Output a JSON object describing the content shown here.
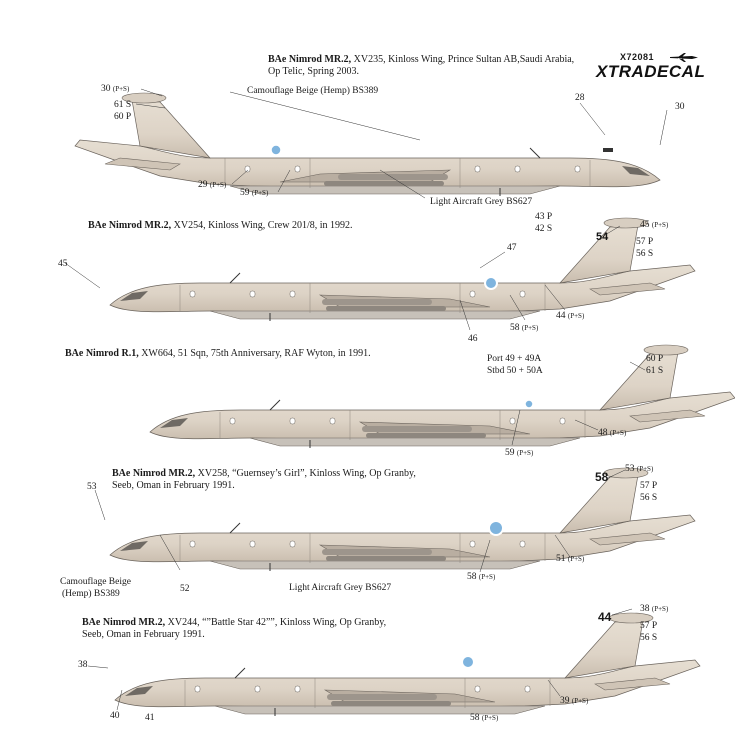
{
  "brand": {
    "code": "X72081",
    "name": "XTRADECAL"
  },
  "colors": {
    "fuselage": "#ddd3c6",
    "shade": "#c8bcad",
    "panel": "#8d857c",
    "roundel": "#7fb4de",
    "ink": "#1a1a1a"
  },
  "profiles": [
    {
      "caption_bold": "BAe Nimrod MR.2,",
      "caption_rest": "XV235, Kinloss Wing, Prince Sultan AB,Saudi Arabia,",
      "caption_line2": "Op Telic, Spring 2003.",
      "paint_top": "Camouflage Beige (Hemp) BS389",
      "paint_bottom": "Light Aircraft Grey BS627",
      "labels": [
        "30",
        "61 S",
        "60 P",
        "28",
        "30",
        "29",
        "59"
      ]
    },
    {
      "caption_bold": "BAe Nimrod MR.2,",
      "caption_rest": "XV254, Kinloss Wing, Crew 201/8, in 1992.",
      "tail_code": "54",
      "labels": [
        "43 P",
        "42 S",
        "45",
        "57 P",
        "56 S",
        "45",
        "47",
        "46",
        "58",
        "44"
      ]
    },
    {
      "caption_bold": "BAe Nimrod R.1,",
      "caption_rest": "XW664, 51 Sqn, 75th Anniversary, RAF Wyton, in 1991.",
      "port_note": "Port 49 + 49A",
      "stbd_note": "Stbd 50 + 50A",
      "labels": [
        "60 P",
        "61 S",
        "48",
        "59"
      ]
    },
    {
      "caption_bold": "BAe Nimrod MR.2,",
      "caption_rest": "XV258, “Guernsey’s Girl”, Kinloss Wing, Op Granby,",
      "caption_line2": "Seeb, Oman in February 1991.",
      "tail_code": "58",
      "paint_top": "Camouflage Beige",
      "paint_top2": "(Hemp) BS389",
      "paint_bottom": "Light Aircraft Grey BS627",
      "labels": [
        "53",
        "53",
        "57 P",
        "56 S",
        "52",
        "58",
        "51"
      ]
    },
    {
      "caption_bold": "BAe Nimrod MR.2,",
      "caption_rest": "XV244, “”Battle Star 42””, Kinloss Wing, Op Granby,",
      "caption_line2": "Seeb, Oman in February 1991.",
      "tail_code": "44",
      "labels": [
        "38",
        "57 P",
        "56 S",
        "38",
        "40",
        "41",
        "58",
        "39"
      ]
    }
  ],
  "ps_tag": "(P+S)"
}
